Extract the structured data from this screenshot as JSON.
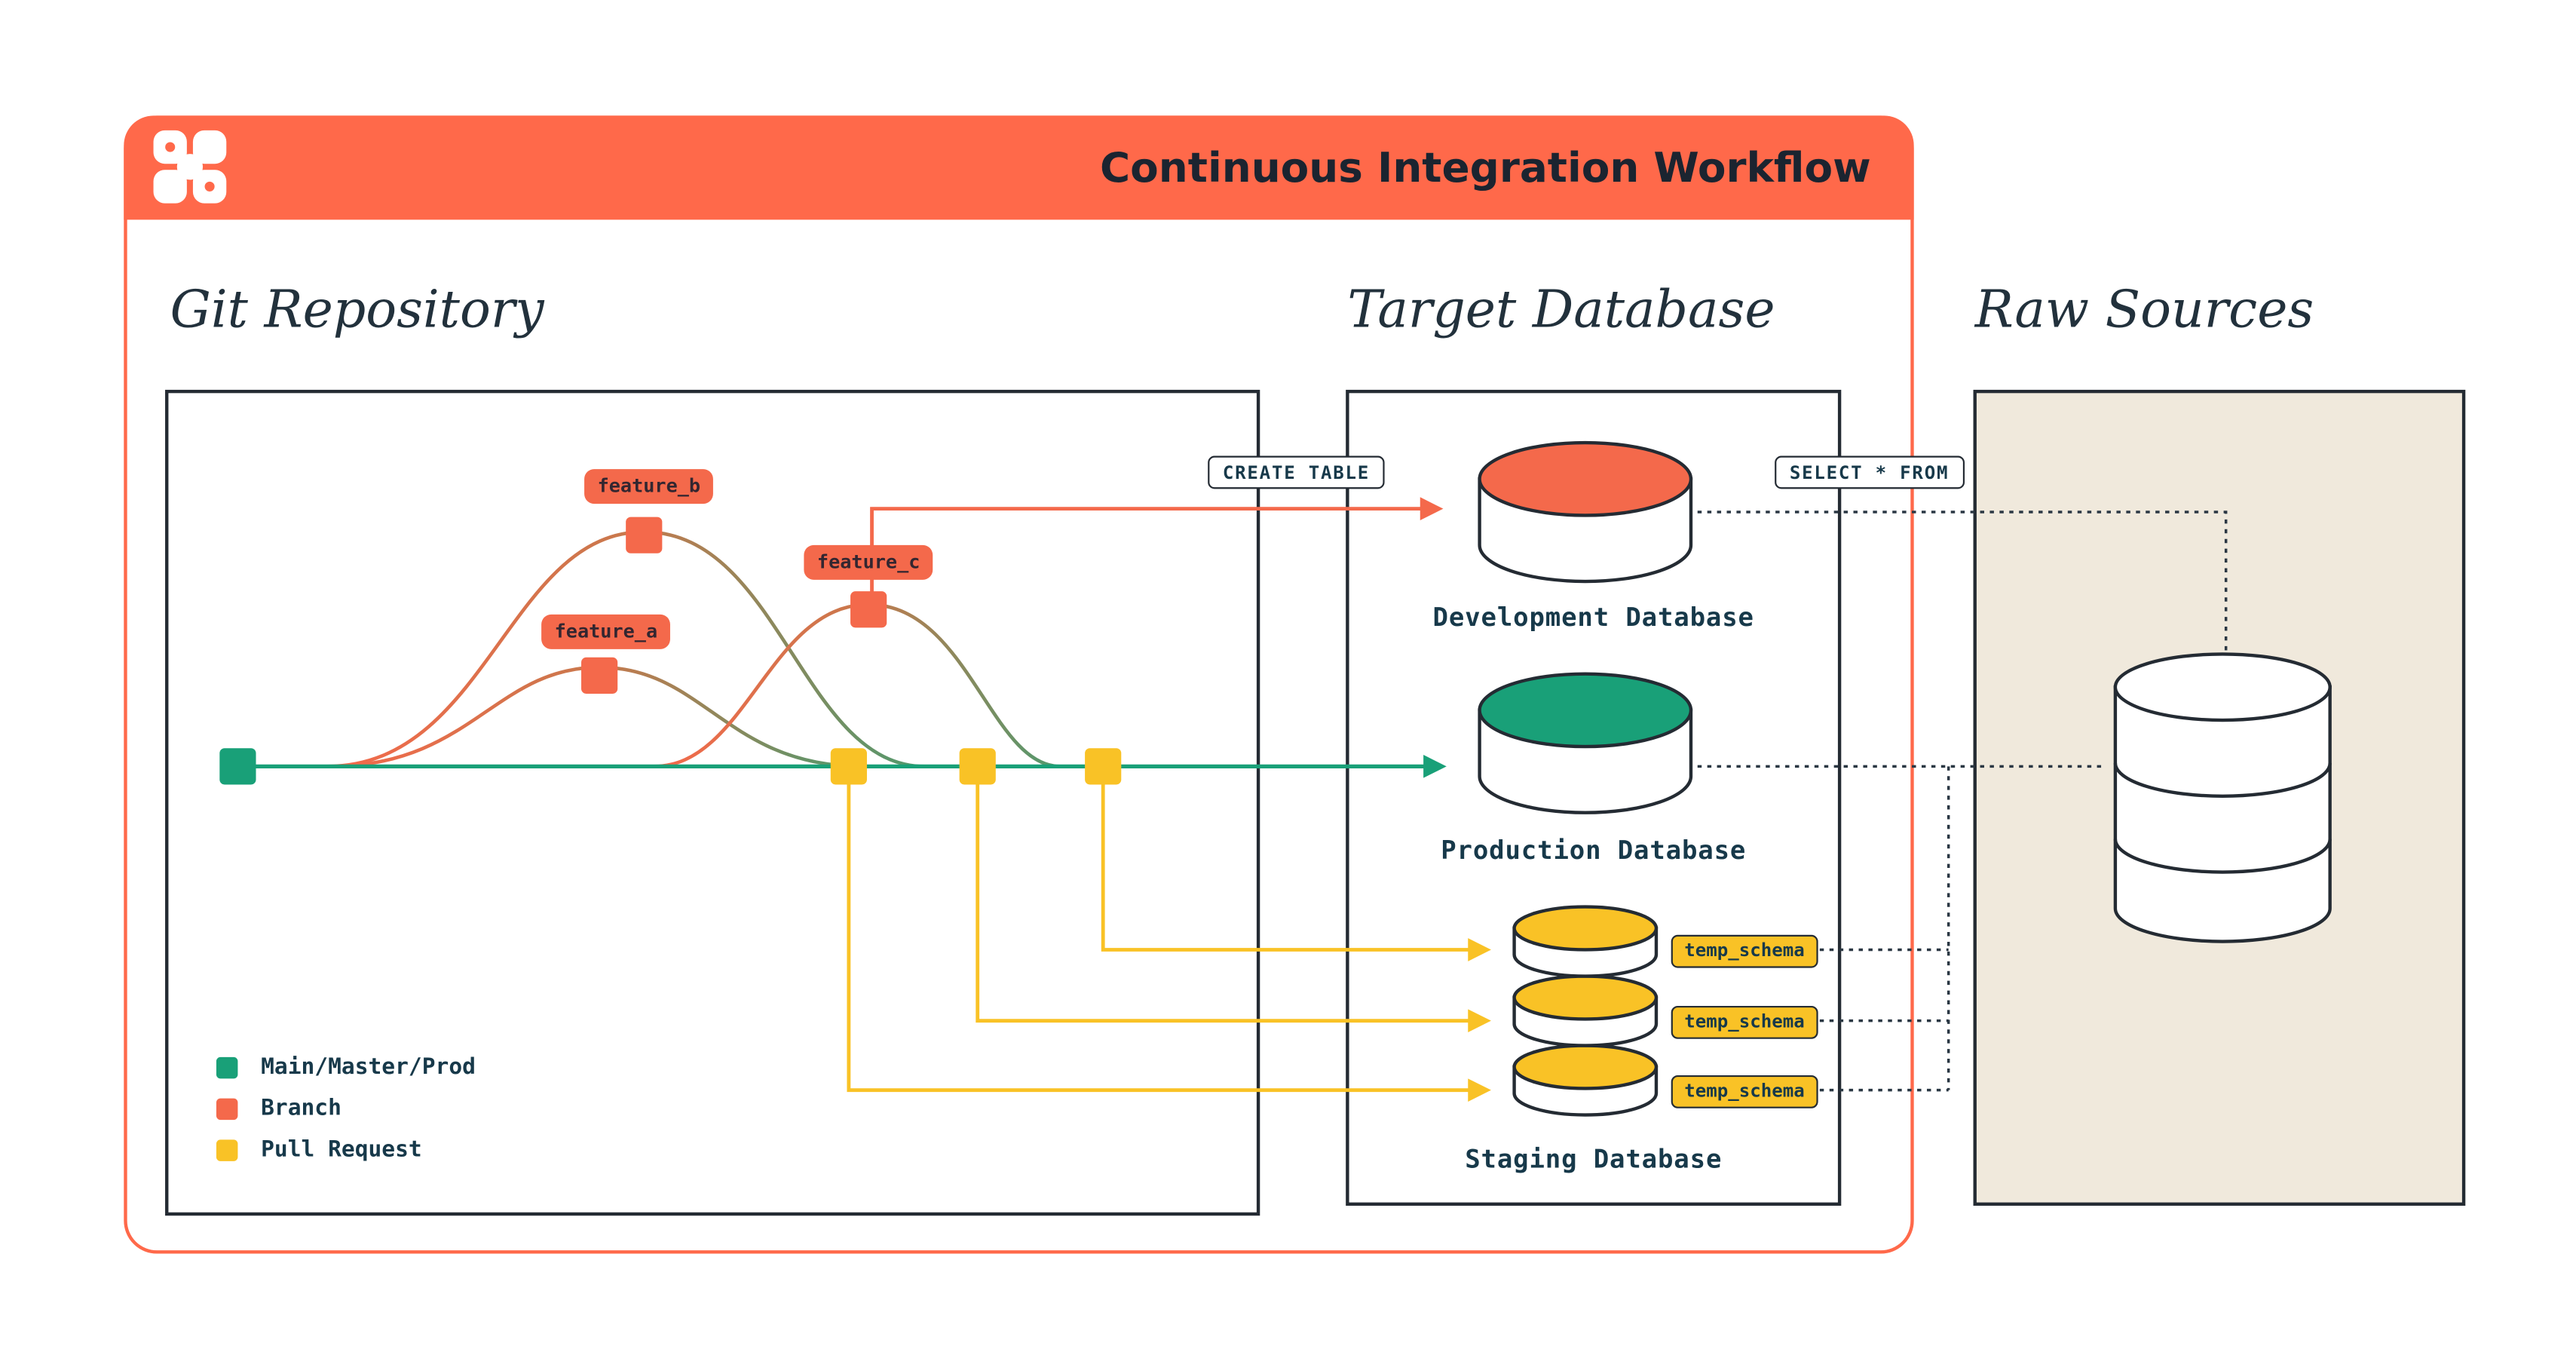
{
  "header": {
    "title": "Continuous Integration Workflow"
  },
  "sections": {
    "git": "Git Repository",
    "target": "Target Database",
    "raw": "Raw Sources"
  },
  "branches": {
    "a": "feature_a",
    "b": "feature_b",
    "c": "feature_c"
  },
  "sql": {
    "create_table": "CREATE TABLE",
    "select_from": "SELECT * FROM"
  },
  "schemas": {
    "top": "temp_schema",
    "middle": "temp_schema",
    "bottom": "temp_schema"
  },
  "databases": {
    "development": {
      "label": "Development Database",
      "accent": "#F4694B"
    },
    "production": {
      "label": "Production Database",
      "accent": "#19A078"
    },
    "staging": {
      "label": "Staging Database",
      "accent": "#F9C226"
    }
  },
  "legend": {
    "main": {
      "label": "Main/Master/Prod",
      "color": "#19A078"
    },
    "branch": {
      "label": "Branch",
      "color": "#F4694B"
    },
    "pull_request": {
      "label": "Pull Request",
      "color": "#F9C226"
    }
  },
  "colors": {
    "frame_accent": "#FF694A",
    "branch_orange": "#F4694B",
    "main_green": "#19A078",
    "pull_request_yellow": "#F9C226",
    "ink": "#242B33",
    "label_ink": "#17394A",
    "raw_panel_bg": "#F0E9DC"
  }
}
